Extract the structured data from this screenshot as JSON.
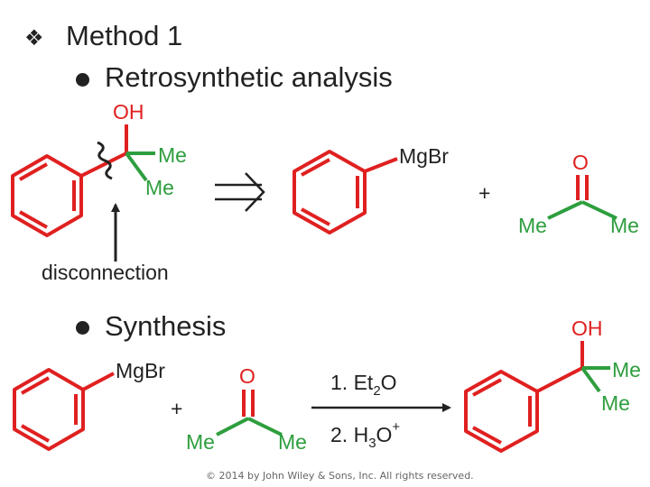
{
  "header": {
    "bullet_glyph": "❖",
    "title": "Method 1"
  },
  "sections": {
    "retro": {
      "label": "Retrosynthetic analysis"
    },
    "synth": {
      "label": "Synthesis"
    }
  },
  "labels": {
    "oh": "OH",
    "me": "Me",
    "mgbr": "MgBr",
    "o": "O",
    "plus": "+",
    "disconnection": "disconnection",
    "step1_prefix": "1. Et",
    "step1_sub": "2",
    "step1_suffix": "O",
    "step2_prefix": "2. H",
    "step2_sub": "3",
    "step2_suffix": "O",
    "step2_sup": "+"
  },
  "footer": {
    "copyright": "© 2014 by John Wiley & Sons, Inc. All rights reserved."
  },
  "colors": {
    "ring": "#e02020",
    "oxygen": "#e02020",
    "carbon_bond": "#2e7d32",
    "methyl": "#2e9e3e",
    "mgbr": "#222222",
    "text": "#222222"
  }
}
